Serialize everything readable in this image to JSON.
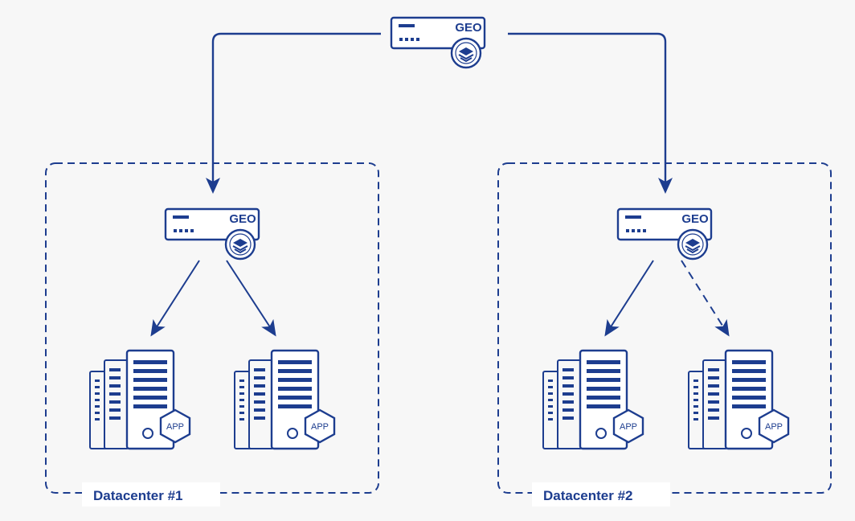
{
  "colors": {
    "primary": "#1d3d8f",
    "background": "#f7f7f7",
    "label_background": "#ffffff"
  },
  "global_balancer": {
    "label": "GEO",
    "icons": [
      "server-unit-icon",
      "layers-icon"
    ]
  },
  "datacenters": [
    {
      "label": "Datacenter #1",
      "balancer": {
        "label": "GEO"
      },
      "servers": [
        {
          "badge": "APP",
          "link": "solid"
        },
        {
          "badge": "APP",
          "link": "solid"
        }
      ]
    },
    {
      "label": "Datacenter #2",
      "balancer": {
        "label": "GEO"
      },
      "servers": [
        {
          "badge": "APP",
          "link": "solid"
        },
        {
          "badge": "APP",
          "link": "dashed"
        }
      ]
    }
  ]
}
